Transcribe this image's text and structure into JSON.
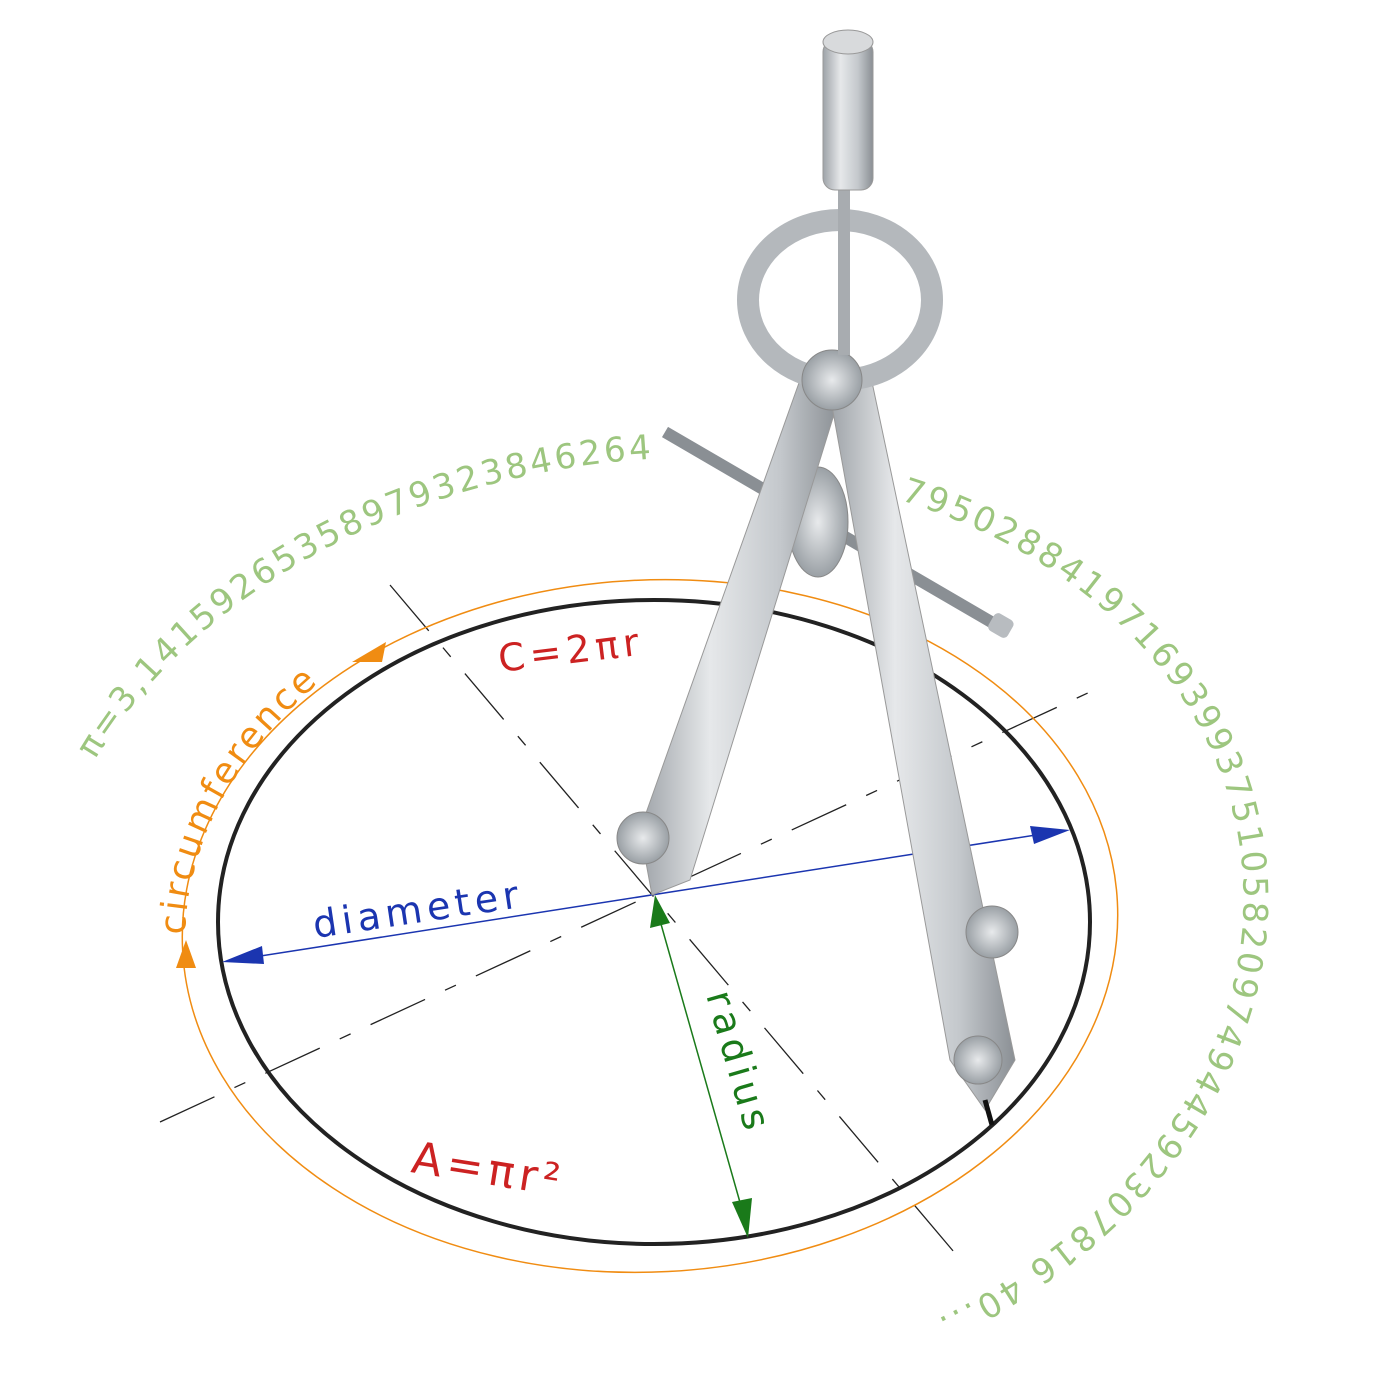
{
  "pi_digits": {
    "part1": "π=3,14159265358979323846264",
    "part2": "79502884197169399375105820974944592307816 40...",
    "color": "#9dc67f"
  },
  "labels": {
    "circumference": "circumference",
    "diameter": "diameter",
    "radius": "radius",
    "circumference_formula": "C=2πr",
    "area_formula": "A=πr²"
  },
  "colors": {
    "circle": "#222222",
    "circumference": "#f08c12",
    "diameter": "#1b35b0",
    "radius": "#1a7a1a",
    "formula": "#cc2222"
  },
  "objects": [
    "drawing-compass"
  ]
}
